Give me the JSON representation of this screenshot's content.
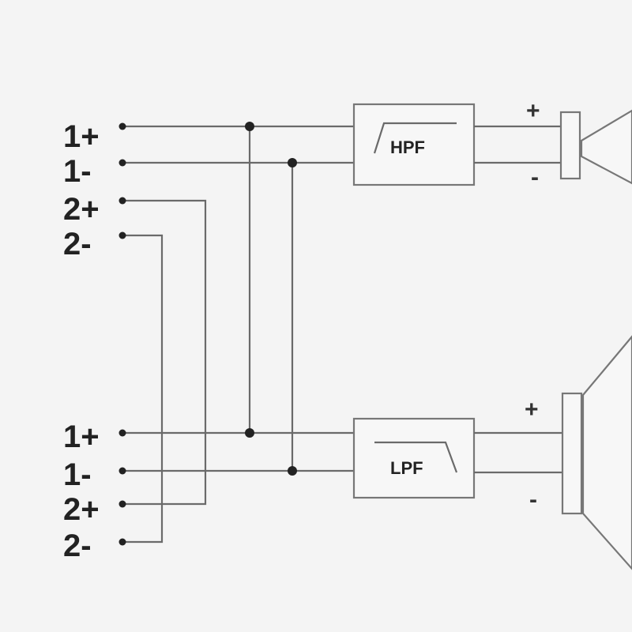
{
  "top_terminals": [
    {
      "label": "1+"
    },
    {
      "label": "1-"
    },
    {
      "label": "2+"
    },
    {
      "label": "2-"
    }
  ],
  "bottom_terminals": [
    {
      "label": "1+"
    },
    {
      "label": "1-"
    },
    {
      "label": "2+"
    },
    {
      "label": "2-"
    }
  ],
  "filters": {
    "high": {
      "label": "HPF"
    },
    "low": {
      "label": "LPF"
    }
  },
  "tweeter": {
    "plus": "+",
    "minus": "-"
  },
  "woofer": {
    "plus": "+",
    "minus": "-"
  }
}
